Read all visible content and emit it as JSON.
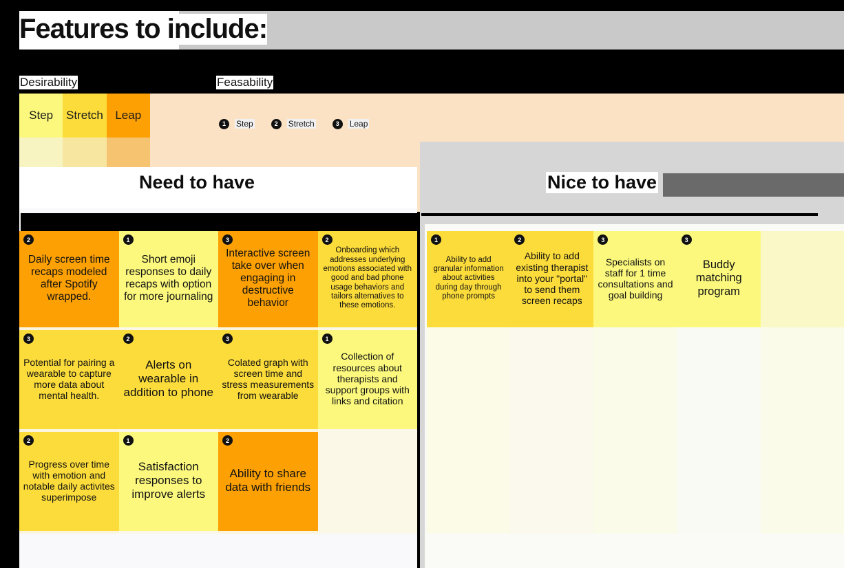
{
  "title": "Features to include:",
  "legends": {
    "desirability": {
      "label": "Desirability",
      "items": [
        {
          "label": "Step",
          "color": "#fbf87d",
          "tint": "#f7f4c2"
        },
        {
          "label": "Stretch",
          "color": "#fcdc3b",
          "tint": "#f7e6a0"
        },
        {
          "label": "Leap",
          "color": "#fca003",
          "tint": "#f6c471"
        }
      ]
    },
    "feasability": {
      "label": "Feasability",
      "items": [
        {
          "num": "1",
          "label": "Step"
        },
        {
          "num": "2",
          "label": "Stretch"
        },
        {
          "num": "3",
          "label": "Leap"
        }
      ]
    }
  },
  "sections": [
    {
      "id": "need-to-have",
      "title": "Need to have",
      "columns": [
        {
          "bg": "#fbf5dd",
          "cards": [
            {
              "num": "2",
              "text": "Daily screen time recaps modeled after Spotify wrapped.",
              "color": "#fca003",
              "size": "fs-15"
            },
            {
              "num": "3",
              "text": "Potential for pairing a wearable to capture more data about mental health.",
              "color": "#fcdc3b",
              "size": "fs-14"
            },
            {
              "num": "2",
              "text": "Progress over time with emotion and notable daily activites superimpose",
              "color": "#fcdc3b",
              "size": "fs-14"
            }
          ]
        },
        {
          "bg": "#fbf8e8",
          "cards": [
            {
              "num": "1",
              "text": "Short emoji responses to daily recaps with option for more journaling",
              "color": "#fbf87d",
              "size": "fs-15"
            },
            {
              "num": "2",
              "text": "Alerts on wearable in addition to phone",
              "color": "#fcdc3b",
              "size": "fs-17"
            },
            {
              "num": "1",
              "text": "Satisfaction responses to improve alerts",
              "color": "#fbf87d",
              "size": "fs-17"
            }
          ]
        },
        {
          "bg": "#fbf5dd",
          "cards": [
            {
              "num": "3",
              "text": "Interactive screen take over when engaging in destructive behavior",
              "color": "#fca003",
              "size": "fs-15"
            },
            {
              "num": "3",
              "text": "Colated graph with screen time and stress measurements from wearable",
              "color": "#fcdc3b",
              "size": "fs-14"
            },
            {
              "num": "2",
              "text": "Ability to share data with friends",
              "color": "#fca003",
              "size": "fs-17"
            }
          ]
        },
        {
          "bg": "#fbf8e8",
          "cards": [
            {
              "num": "2",
              "text": "Onboarding which addresses underlying emotions associated with good and bad phone usage behaviors and tailors alternatives to these emotions.",
              "color": "#fcdc3b",
              "size": "fs-12"
            },
            {
              "num": "1",
              "text": "Collection of resources about therapists and support groups with links and citation",
              "color": "#fbf87d",
              "size": "fs-14"
            },
            {
              "num": "",
              "text": "",
              "color": "transparent",
              "size": "fs-14"
            }
          ]
        }
      ]
    },
    {
      "id": "nice-to-have",
      "title": "Nice to have",
      "columns": [
        {
          "bg": "#fbfbe8",
          "cards": [
            {
              "num": "1",
              "text": "Ability to add granular information about activities during day through phone prompts",
              "color": "#fcdc3b",
              "size": "fs-12"
            }
          ]
        },
        {
          "bg": "#fbf9ed",
          "cards": [
            {
              "num": "2",
              "text": "Ability to add existing therapist into your \"portal\" to send them screen recaps",
              "color": "#fcdc3b",
              "size": "fs-14"
            }
          ]
        },
        {
          "bg": "#fafbe9",
          "cards": [
            {
              "num": "3",
              "text": "Specialists on staff for 1 time consultations and goal building",
              "color": "#fbf87d",
              "size": "fs-14"
            }
          ]
        },
        {
          "bg": "#f9faf3",
          "cards": [
            {
              "num": "3",
              "text": "Buddy matching program",
              "color": "#fbf87d",
              "size": "fs-16"
            }
          ]
        },
        {
          "bg": "#fafbe9",
          "cards": [
            {
              "num": "",
              "text": "",
              "color": "#fbf8c8",
              "size": "fs-14"
            }
          ]
        }
      ]
    }
  ]
}
